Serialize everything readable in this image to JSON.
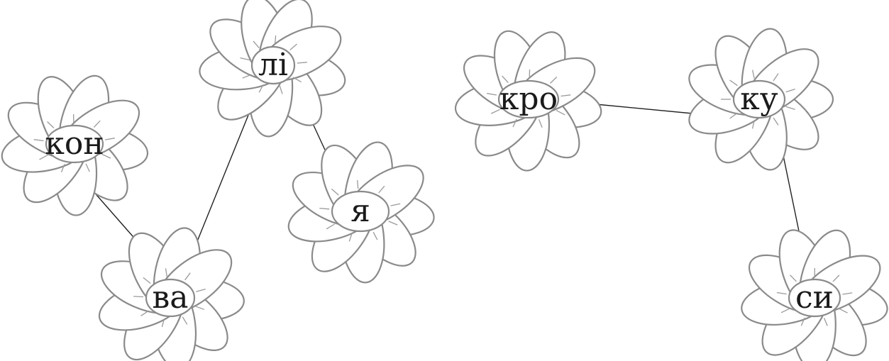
{
  "flowers": [
    {
      "id": "kon",
      "syllable": "кон"
    },
    {
      "id": "va",
      "syllable": "ва"
    },
    {
      "id": "li",
      "syllable": "лі"
    },
    {
      "id": "ya",
      "syllable": "я"
    },
    {
      "id": "kro",
      "syllable": "кро"
    },
    {
      "id": "ku",
      "syllable": "ку"
    },
    {
      "id": "sy",
      "syllable": "си"
    }
  ],
  "arrows": [
    {
      "from": "kon",
      "to": "va"
    },
    {
      "from": "va",
      "to": "li"
    },
    {
      "from": "li",
      "to": "ya"
    },
    {
      "from": "kro",
      "to": "ku"
    },
    {
      "from": "ku",
      "to": "sy"
    }
  ]
}
